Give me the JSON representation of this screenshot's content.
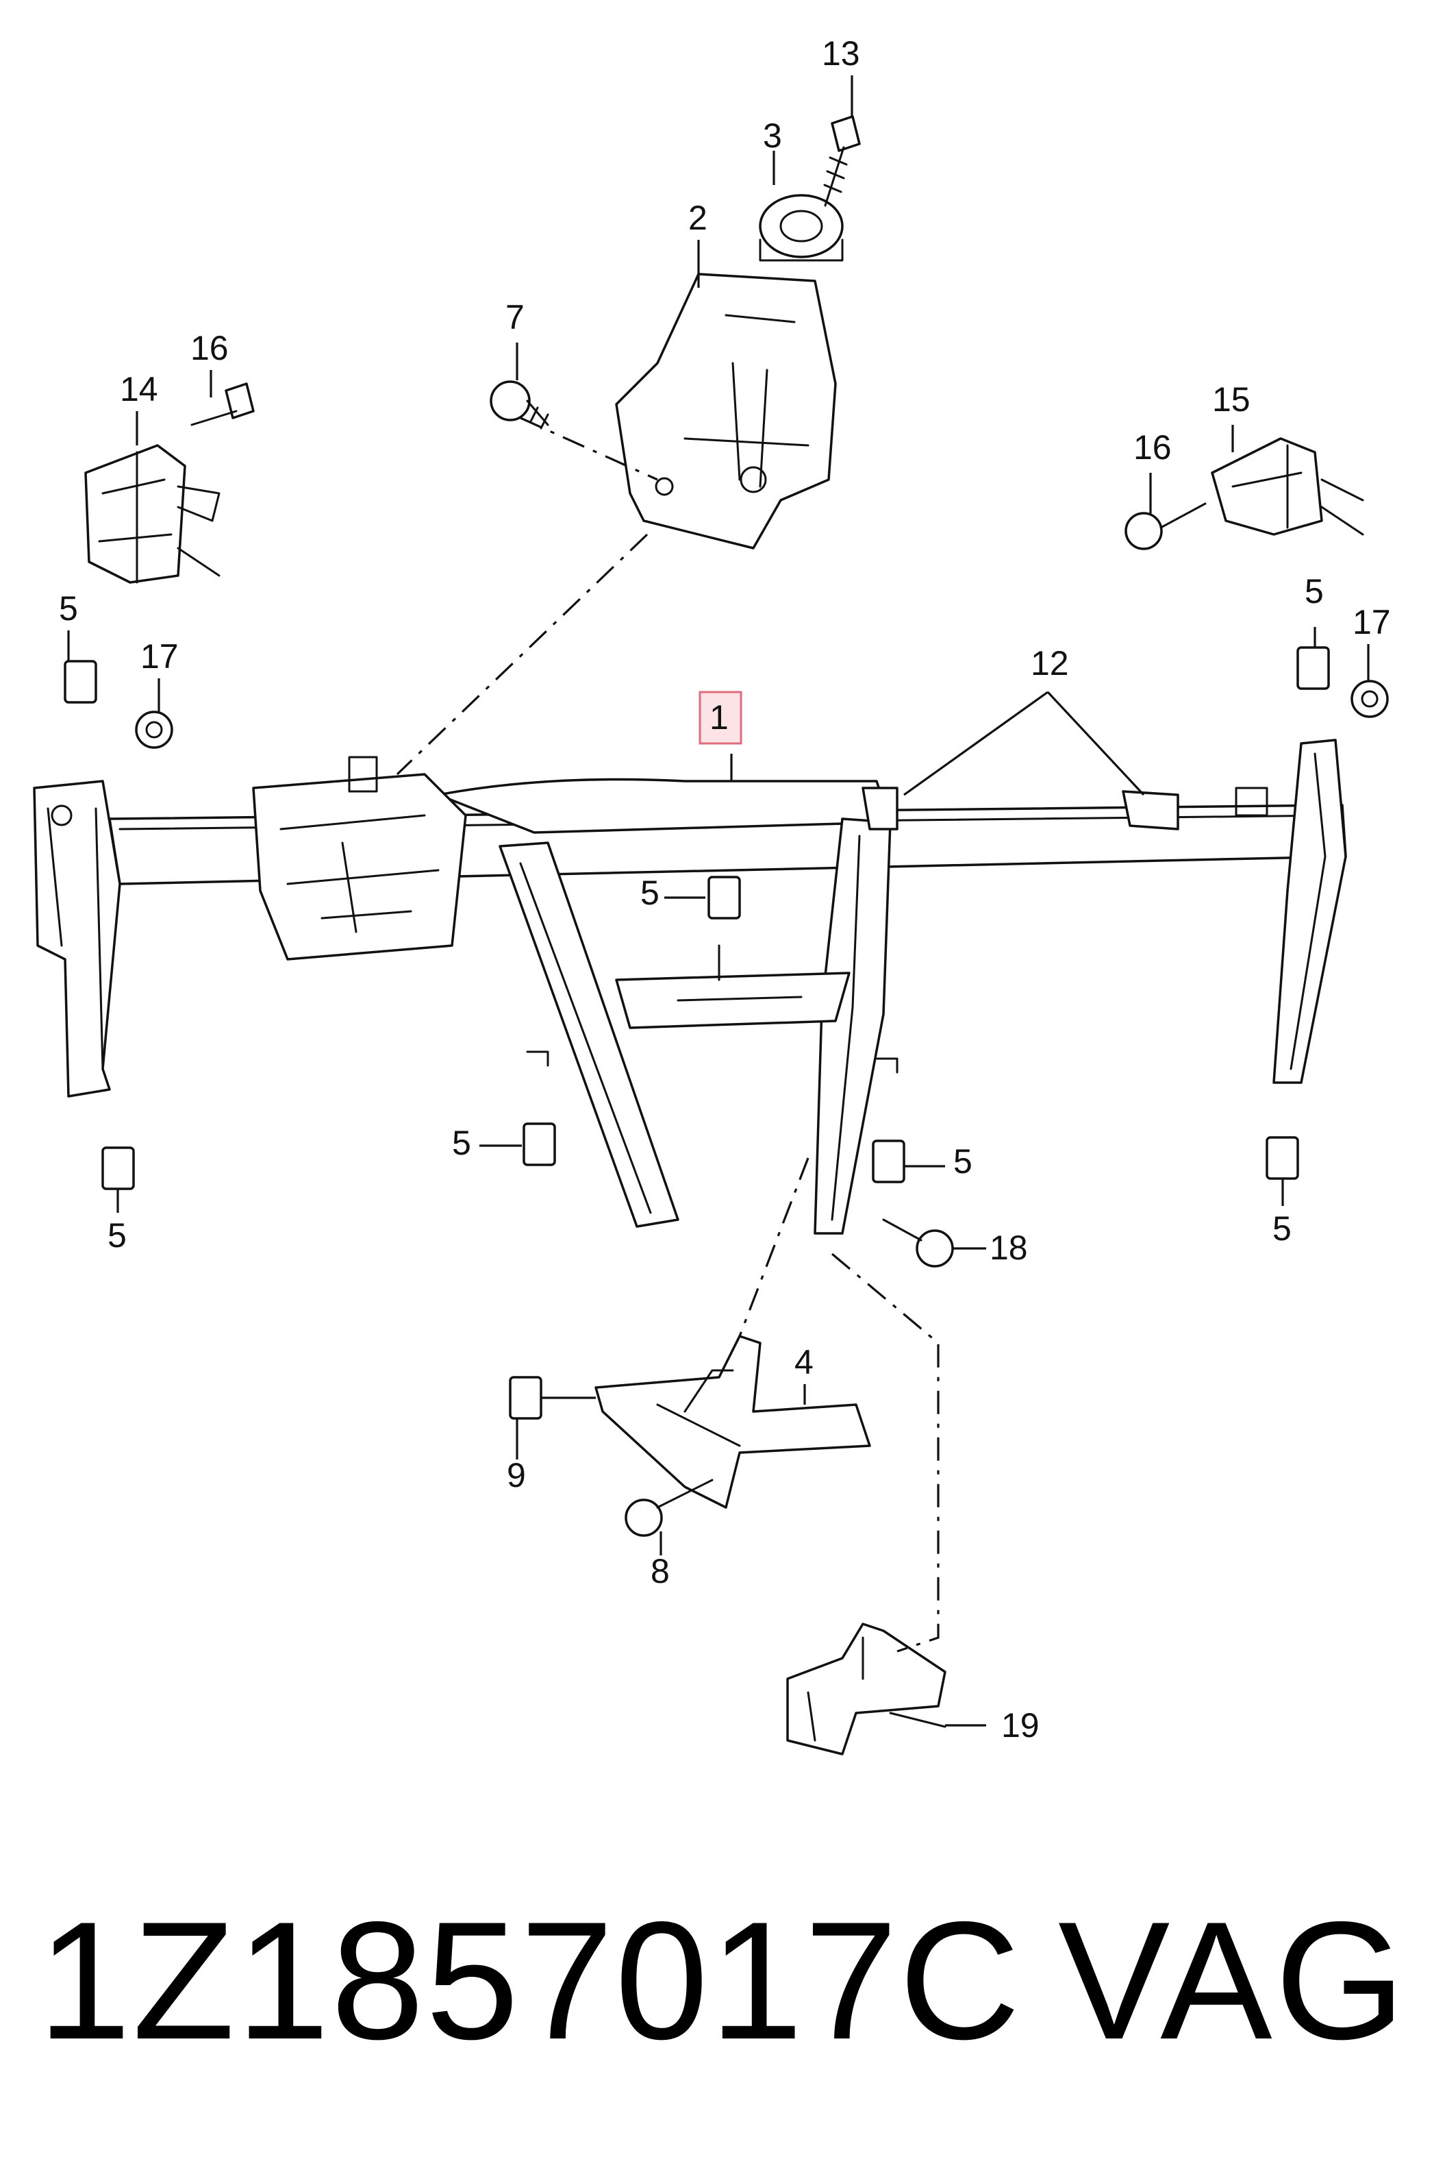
{
  "diagram": {
    "callouts": {
      "c1": "1",
      "c2": "2",
      "c3": "3",
      "c4": "4",
      "c5": "5",
      "c7": "7",
      "c8": "8",
      "c9": "9",
      "c12": "12",
      "c13": "13",
      "c14": "14",
      "c15": "15",
      "c16": "16",
      "c17": "17",
      "c18": "18",
      "c19": "19"
    },
    "highlighted_callout": "1",
    "highlight_color": "#e06c7c"
  },
  "footer": {
    "part_number": "1Z1857017C",
    "brand": "VAG"
  }
}
